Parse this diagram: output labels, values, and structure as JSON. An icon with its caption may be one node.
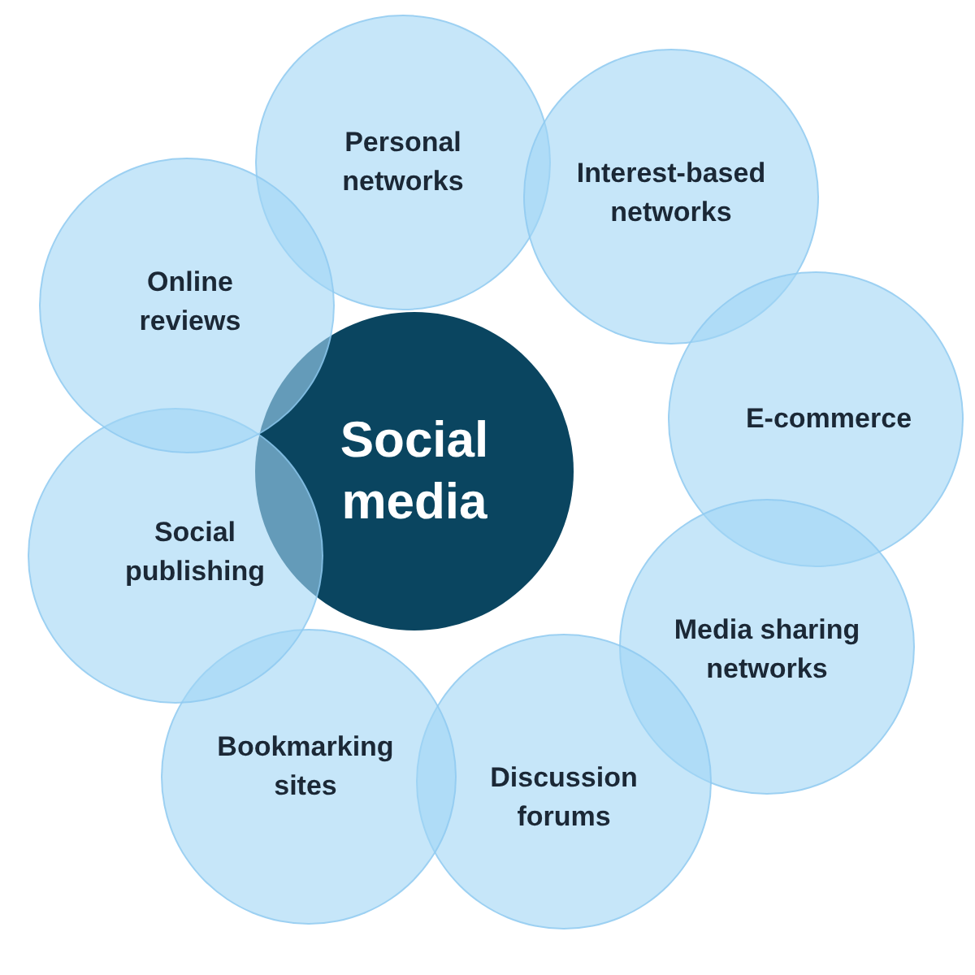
{
  "diagram": {
    "nodes": [
      {
        "text": [
          "Social media"
        ]
      },
      {
        "text": [
          "Personal networks"
        ]
      },
      {
        "text": [
          "Interest-based networks"
        ]
      },
      {
        "text": [
          "E-commerce"
        ]
      },
      {
        "text": [
          "Media sharing networks"
        ]
      },
      {
        "text": [
          "Discussion forums"
        ]
      },
      {
        "text": [
          "Bookmarking sites"
        ]
      },
      {
        "text": [
          "Social publishing"
        ]
      },
      {
        "text": [
          "Online reviews"
        ]
      }
    ]
  }
}
